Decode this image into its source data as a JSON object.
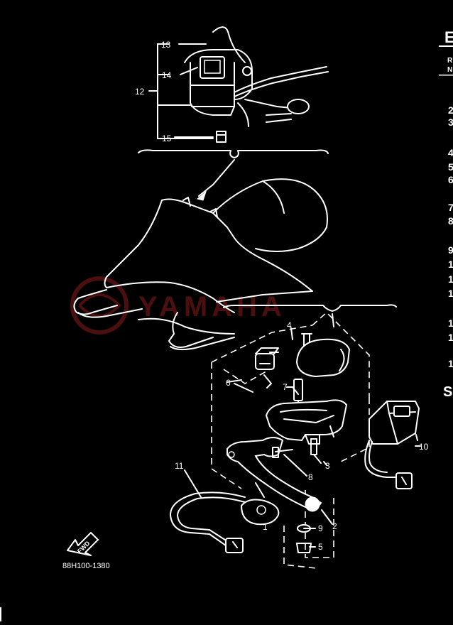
{
  "diagram": {
    "part_number": "88H100-1380",
    "fwd_label": "FWD",
    "watermark": "YAMAHA",
    "callouts": {
      "c1": "1",
      "c2": "2",
      "c3": "3",
      "c4": "4",
      "c5": "5",
      "c6": "6",
      "c7": "7",
      "c8": "8",
      "c9": "9",
      "c10": "10",
      "c11": "11",
      "c12": "12",
      "c13": "13",
      "c14": "14",
      "c15": "15"
    },
    "right_column": {
      "header": "E",
      "sub1": "R",
      "sub2": "N",
      "items": [
        "2",
        "3",
        "4",
        "5",
        "6",
        "7",
        "8",
        "9",
        "1",
        "1",
        "1",
        "1",
        "1",
        "1"
      ],
      "footer": "S"
    }
  },
  "colors": {
    "background": "#000000",
    "lines": "#ffffff",
    "watermark": "#8a1c1c"
  }
}
